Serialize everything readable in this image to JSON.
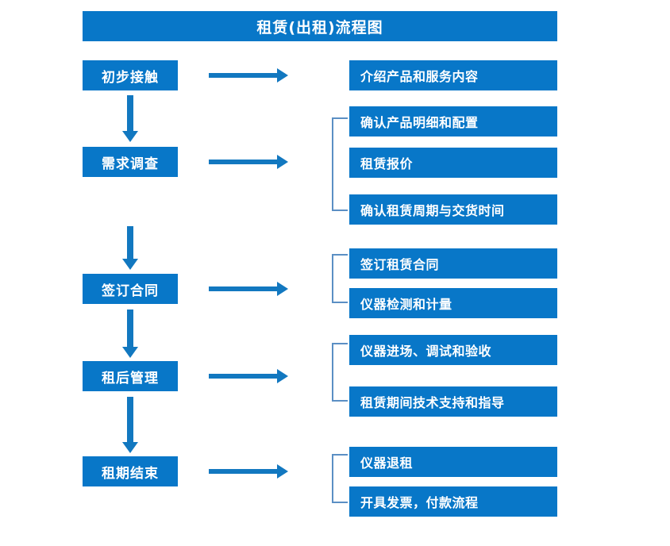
{
  "diagram": {
    "title": "租赁(出租)流程图",
    "accent_color": "#0877c8",
    "arrow_color": "#1278c0",
    "bracket_color": "#5b8fc4",
    "stages": [
      {
        "label": "初步接触"
      },
      {
        "label": "需求调查"
      },
      {
        "label": "签订合同"
      },
      {
        "label": "租后管理"
      },
      {
        "label": "租期结束"
      }
    ],
    "details": [
      {
        "label": "介绍产品和服务内容"
      },
      {
        "label": "确认产品明细和配置"
      },
      {
        "label": "租赁报价"
      },
      {
        "label": "确认租赁周期与交货时间"
      },
      {
        "label": "签订租赁合同"
      },
      {
        "label": "仪器检测和计量"
      },
      {
        "label": "仪器进场、调试和验收"
      },
      {
        "label": "租赁期间技术支持和指导"
      },
      {
        "label": "仪器退租"
      },
      {
        "label": "开具发票，付款流程"
      }
    ]
  }
}
